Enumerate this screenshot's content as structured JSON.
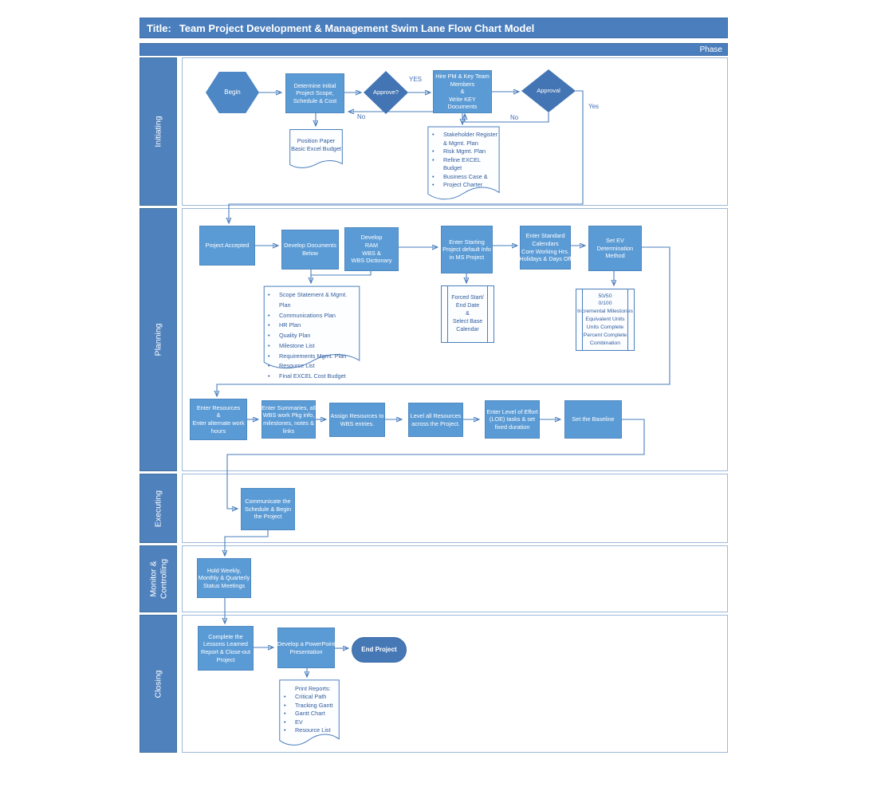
{
  "title": {
    "prefix": "Title:",
    "text": "Team Project Development & Management Swim Lane Flow Chart Model"
  },
  "phase_label": "Phase",
  "lanes": [
    {
      "label": "Initiating"
    },
    {
      "label": "Planning"
    },
    {
      "label": "Executing"
    },
    {
      "label": "Monitor &\nControlling"
    },
    {
      "label": "Closing"
    }
  ],
  "nodes": {
    "begin": {
      "type": "hexagon",
      "label": "Begin"
    },
    "determine_scope": {
      "type": "process",
      "label": "Determine Initial\nProject Scope,\nSchedule & Cost"
    },
    "approve": {
      "type": "decision",
      "label": "Approve?"
    },
    "hire_pm": {
      "type": "process",
      "label": "Hire PM & Key Team\nMembers\n&\nWrite KEY\nDocuments"
    },
    "approval": {
      "type": "decision",
      "label": "Approval"
    },
    "position_paper": {
      "type": "document",
      "label": "Position Paper\nBasic Excel Budget"
    },
    "initiating_docs": {
      "type": "document",
      "items": [
        "Stakeholder Register & Mgmt. Plan",
        "Risk Mgmt. Plan",
        "Refine EXCEL Budget",
        "Business Case &",
        "Project Charter"
      ]
    },
    "project_accepted": {
      "type": "process",
      "label": "Project Accepted"
    },
    "develop_documents": {
      "type": "process",
      "label": "Develop Documents\nBelow"
    },
    "develop_ram": {
      "type": "process",
      "label": "Develop\nRAM\nWBS &\nWBS Dictionary"
    },
    "enter_starting": {
      "type": "process",
      "label": "Enter Starting\nProject default Info\nin MS Project"
    },
    "enter_calendars": {
      "type": "process",
      "label": "Enter Standard\nCalendars\nCore Working Hrs.\nHolidays & Days Off"
    },
    "set_ev": {
      "type": "process",
      "label": "Set EV\nDetermination\nMethod"
    },
    "planning_docs": {
      "type": "document",
      "items": [
        "Scope Statement & Mgmt. Plan",
        "Communications Plan",
        "HR Plan",
        "Quality Plan",
        "Milestone List",
        "Requirements Mgmt. Plan",
        "Resource List",
        "Final EXCEL Cost Budget"
      ]
    },
    "forced_start": {
      "type": "predefined",
      "label": "Forced Start/\nEnd  Date\n&\nSelect Base\nCalendar"
    },
    "ev_options": {
      "type": "predefined",
      "label": "50/50\n0/100\nIncremental Milestones\nEquivalent Units\nUnits Complete\nPercent Complete\nCombination"
    },
    "enter_resources": {
      "type": "process",
      "label": "Enter Resources\n&\nEnter alternate work\nhours"
    },
    "enter_summaries": {
      "type": "process",
      "label": "Enter Summaries, all\nWBS work Pkg info,\nmilestones, notes &\nlinks"
    },
    "assign_resources": {
      "type": "process",
      "label": "Assign Resources to\nWBS entries."
    },
    "level_resources": {
      "type": "process",
      "label": "Level all Resources\nacross the Project."
    },
    "enter_loe": {
      "type": "process",
      "label": "Enter Level of Effort\n(LOE) tasks & set\nfixed duration"
    },
    "set_baseline": {
      "type": "process",
      "label": "Set the Baseline"
    },
    "communicate": {
      "type": "process",
      "label": "Communicate the\nSchedule & Begin\nthe Project"
    },
    "hold_meetings": {
      "type": "process",
      "label": "Hold Weekly,\nMonthly & Quarterly\nStatus Meetings"
    },
    "complete_lessons": {
      "type": "process",
      "label": "Complete the\nLessons Learned\nReport & Close-out\nProject"
    },
    "develop_ppt": {
      "type": "process",
      "label": "Develop a PowerPoint\nPresentation"
    },
    "end_project": {
      "type": "terminator",
      "label": "End Project"
    },
    "print_reports": {
      "type": "document",
      "heading": "Print Reports:",
      "items": [
        "Critical Path",
        "Tracking Gantt",
        "Gantt Chart",
        "EV",
        "Resource List"
      ]
    }
  },
  "edge_labels": {
    "approve_yes": "YES",
    "approve_no": "No",
    "approval_no": "No",
    "approval_yes": "Yes"
  },
  "colors": {
    "process_fill": "#5b9bd5",
    "decision_fill": "#4374b4",
    "header_bar": "#4a7ebd",
    "sidebar": "#4f81bd",
    "doc_text": "#2f5b9d",
    "connector": "#4a7ebd"
  }
}
